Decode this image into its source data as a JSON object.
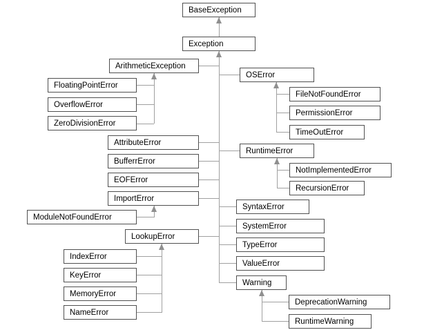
{
  "diagram": {
    "type": "class-hierarchy",
    "colors": {
      "background": "#ffffff",
      "box_border": "#4f4f4f",
      "box_fill": "#ffffff",
      "connector": "#a0a0a0",
      "arrow": "#8f8f8f",
      "text": "#000000"
    },
    "nodes": [
      {
        "id": "base-exception",
        "label": "BaseException",
        "parent": null
      },
      {
        "id": "exception",
        "label": "Exception",
        "parent": "base-exception"
      },
      {
        "id": "arithmetic-exception",
        "label": "ArithmeticException",
        "parent": "exception"
      },
      {
        "id": "floating-point-error",
        "label": "FloatingPointError",
        "parent": "arithmetic-exception"
      },
      {
        "id": "overflow-error",
        "label": "OverflowError",
        "parent": "arithmetic-exception"
      },
      {
        "id": "zero-division-error",
        "label": "ZeroDivisionError",
        "parent": "arithmetic-exception"
      },
      {
        "id": "attribute-error",
        "label": "AttributeError",
        "parent": "exception"
      },
      {
        "id": "buffer-error",
        "label": "BufferrError",
        "parent": "exception"
      },
      {
        "id": "eof-error",
        "label": "EOFError",
        "parent": "exception"
      },
      {
        "id": "import-error",
        "label": "ImportError",
        "parent": "exception"
      },
      {
        "id": "module-not-found-error",
        "label": "ModuleNotFoundError",
        "parent": "import-error"
      },
      {
        "id": "lookup-error",
        "label": "LookupError",
        "parent": "exception"
      },
      {
        "id": "index-error",
        "label": "IndexError",
        "parent": "lookup-error"
      },
      {
        "id": "key-error",
        "label": "KeyError",
        "parent": "lookup-error"
      },
      {
        "id": "memory-error",
        "label": "MemoryError",
        "parent": "lookup-error"
      },
      {
        "id": "name-error",
        "label": "NameError",
        "parent": "lookup-error"
      },
      {
        "id": "os-error",
        "label": "OSError",
        "parent": "exception"
      },
      {
        "id": "file-not-found-error",
        "label": "FileNotFoundError",
        "parent": "os-error"
      },
      {
        "id": "permission-error",
        "label": "PermissionError",
        "parent": "os-error"
      },
      {
        "id": "timeout-error",
        "label": "TimeOutError",
        "parent": "os-error"
      },
      {
        "id": "runtime-error",
        "label": "RuntimeError",
        "parent": "exception"
      },
      {
        "id": "not-implemented-error",
        "label": "NotImplementedError",
        "parent": "runtime-error"
      },
      {
        "id": "recursion-error",
        "label": "RecursionError",
        "parent": "runtime-error"
      },
      {
        "id": "syntax-error",
        "label": "SyntaxError",
        "parent": "exception"
      },
      {
        "id": "system-error",
        "label": "SystemError",
        "parent": "exception"
      },
      {
        "id": "type-error",
        "label": "TypeError",
        "parent": "exception"
      },
      {
        "id": "value-error",
        "label": "ValueError",
        "parent": "exception"
      },
      {
        "id": "warning",
        "label": "Warning",
        "parent": "exception"
      },
      {
        "id": "deprecation-warning",
        "label": "DeprecationWarning",
        "parent": "warning"
      },
      {
        "id": "runtime-warning",
        "label": "RuntimeWarning",
        "parent": "warning"
      }
    ]
  }
}
